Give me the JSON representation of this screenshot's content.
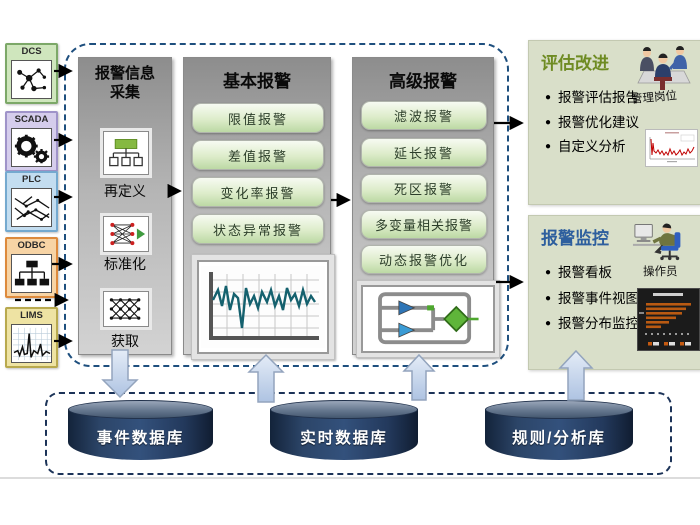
{
  "sources": [
    {
      "label": "DCS",
      "icon": "molecule-icon",
      "border_color": "#7ca868",
      "header_bg": "#cfe6bd"
    },
    {
      "label": "SCADA",
      "icon": "gears-icon",
      "border_color": "#9f93c9",
      "header_bg": "#d5cdec"
    },
    {
      "label": "PLC",
      "icon": "wiring-icon",
      "border_color": "#74a9cf",
      "header_bg": "#c3ddf0"
    },
    {
      "label": "ODBC",
      "icon": "orgchart-icon",
      "border_color": "#dd8a3c",
      "header_bg": "#f7d4a5"
    },
    {
      "label": "LIMS",
      "icon": "waveform-icon",
      "border_color": "#b8a94e",
      "header_bg": "#eee3a3"
    }
  ],
  "pipeline": {
    "collection": {
      "title": "报警信息采集",
      "items": [
        {
          "label": "再定义",
          "icon": "hierarchy-icon"
        },
        {
          "label": "标准化",
          "icon": "mapping-icon"
        },
        {
          "label": "获取",
          "icon": "crosslink-icon"
        }
      ]
    },
    "basic": {
      "title": "基本报警",
      "items": [
        "限值报警",
        "差值报警",
        "变化率报警",
        "状态异常报警"
      ],
      "thumbnail": "trend-chart-icon"
    },
    "advanced": {
      "title": "高级报警",
      "items": [
        "滤波报警",
        "延长报警",
        "死区报警",
        "多变量相关报警",
        "动态报警优化"
      ],
      "thumbnail": "logic-diagram-icon"
    }
  },
  "panels": {
    "evaluation": {
      "title": "评估改进",
      "title_color": "#6e8b22",
      "bullets": [
        "报警评估报告",
        "报警优化建议",
        "自定义分析"
      ],
      "role": "管理岗位"
    },
    "monitoring": {
      "title": "报警监控",
      "title_color": "#2e5f9e",
      "bullets": [
        "报警看板",
        "报警事件视图",
        "报警分布监控"
      ],
      "role": "操作员"
    }
  },
  "databases": [
    "事件数据库",
    "实时数据库",
    "规则/分析库"
  ],
  "colors": {
    "main_dashed_border": "#1e4f7e",
    "db_dashed_border": "#1c3358",
    "panel_bg": "#d9dfc9",
    "pill_green": "#bcd9a4",
    "cylinder_navy": "#1d3357",
    "big_arrow_blue": "#c3d2ea"
  }
}
